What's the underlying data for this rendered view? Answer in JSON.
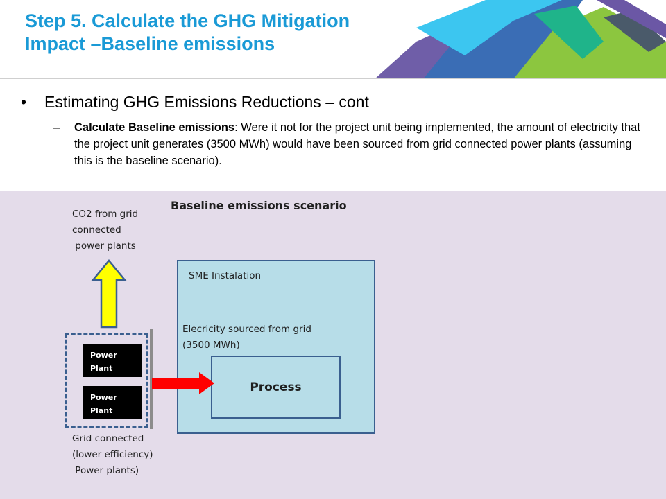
{
  "slide": {
    "title_line1": "Step 5. Calculate the GHG Mitigation",
    "title_line2": "Impact –Baseline emissions",
    "bullet": "Estimating GHG Emissions Reductions – cont",
    "sub_dash": "–",
    "sub_bold": "Calculate Baseline emissions",
    "sub_rest": ": Were it not for the project unit being implemented, the amount of electricity that the project unit generates  (3500 MWh) would have been sourced from grid connected power plants (assuming this is the baseline scenario)."
  },
  "diagram": {
    "scenario_title": "Baseline emissions scenario",
    "co2_label": "CO2 from grid\nconnected\n power plants",
    "sme_label": "SME Instalation",
    "electricity_label": "Elecricity sourced from grid\n(3500 MWh)",
    "process_label": "Process",
    "plant1_label": "Power\nPlant",
    "plant2_label": "Power\nPlant",
    "grid_label": "Grid connected\n(lower efficiency)\n Power plants)"
  },
  "colors": {
    "title": "#1a9ad6",
    "lower_background": "#e4dcea",
    "box_fill": "#b7dde8",
    "box_border": "#3a5f8f",
    "up_arrow": "#ffff00",
    "right_arrow": "#ff0000"
  }
}
